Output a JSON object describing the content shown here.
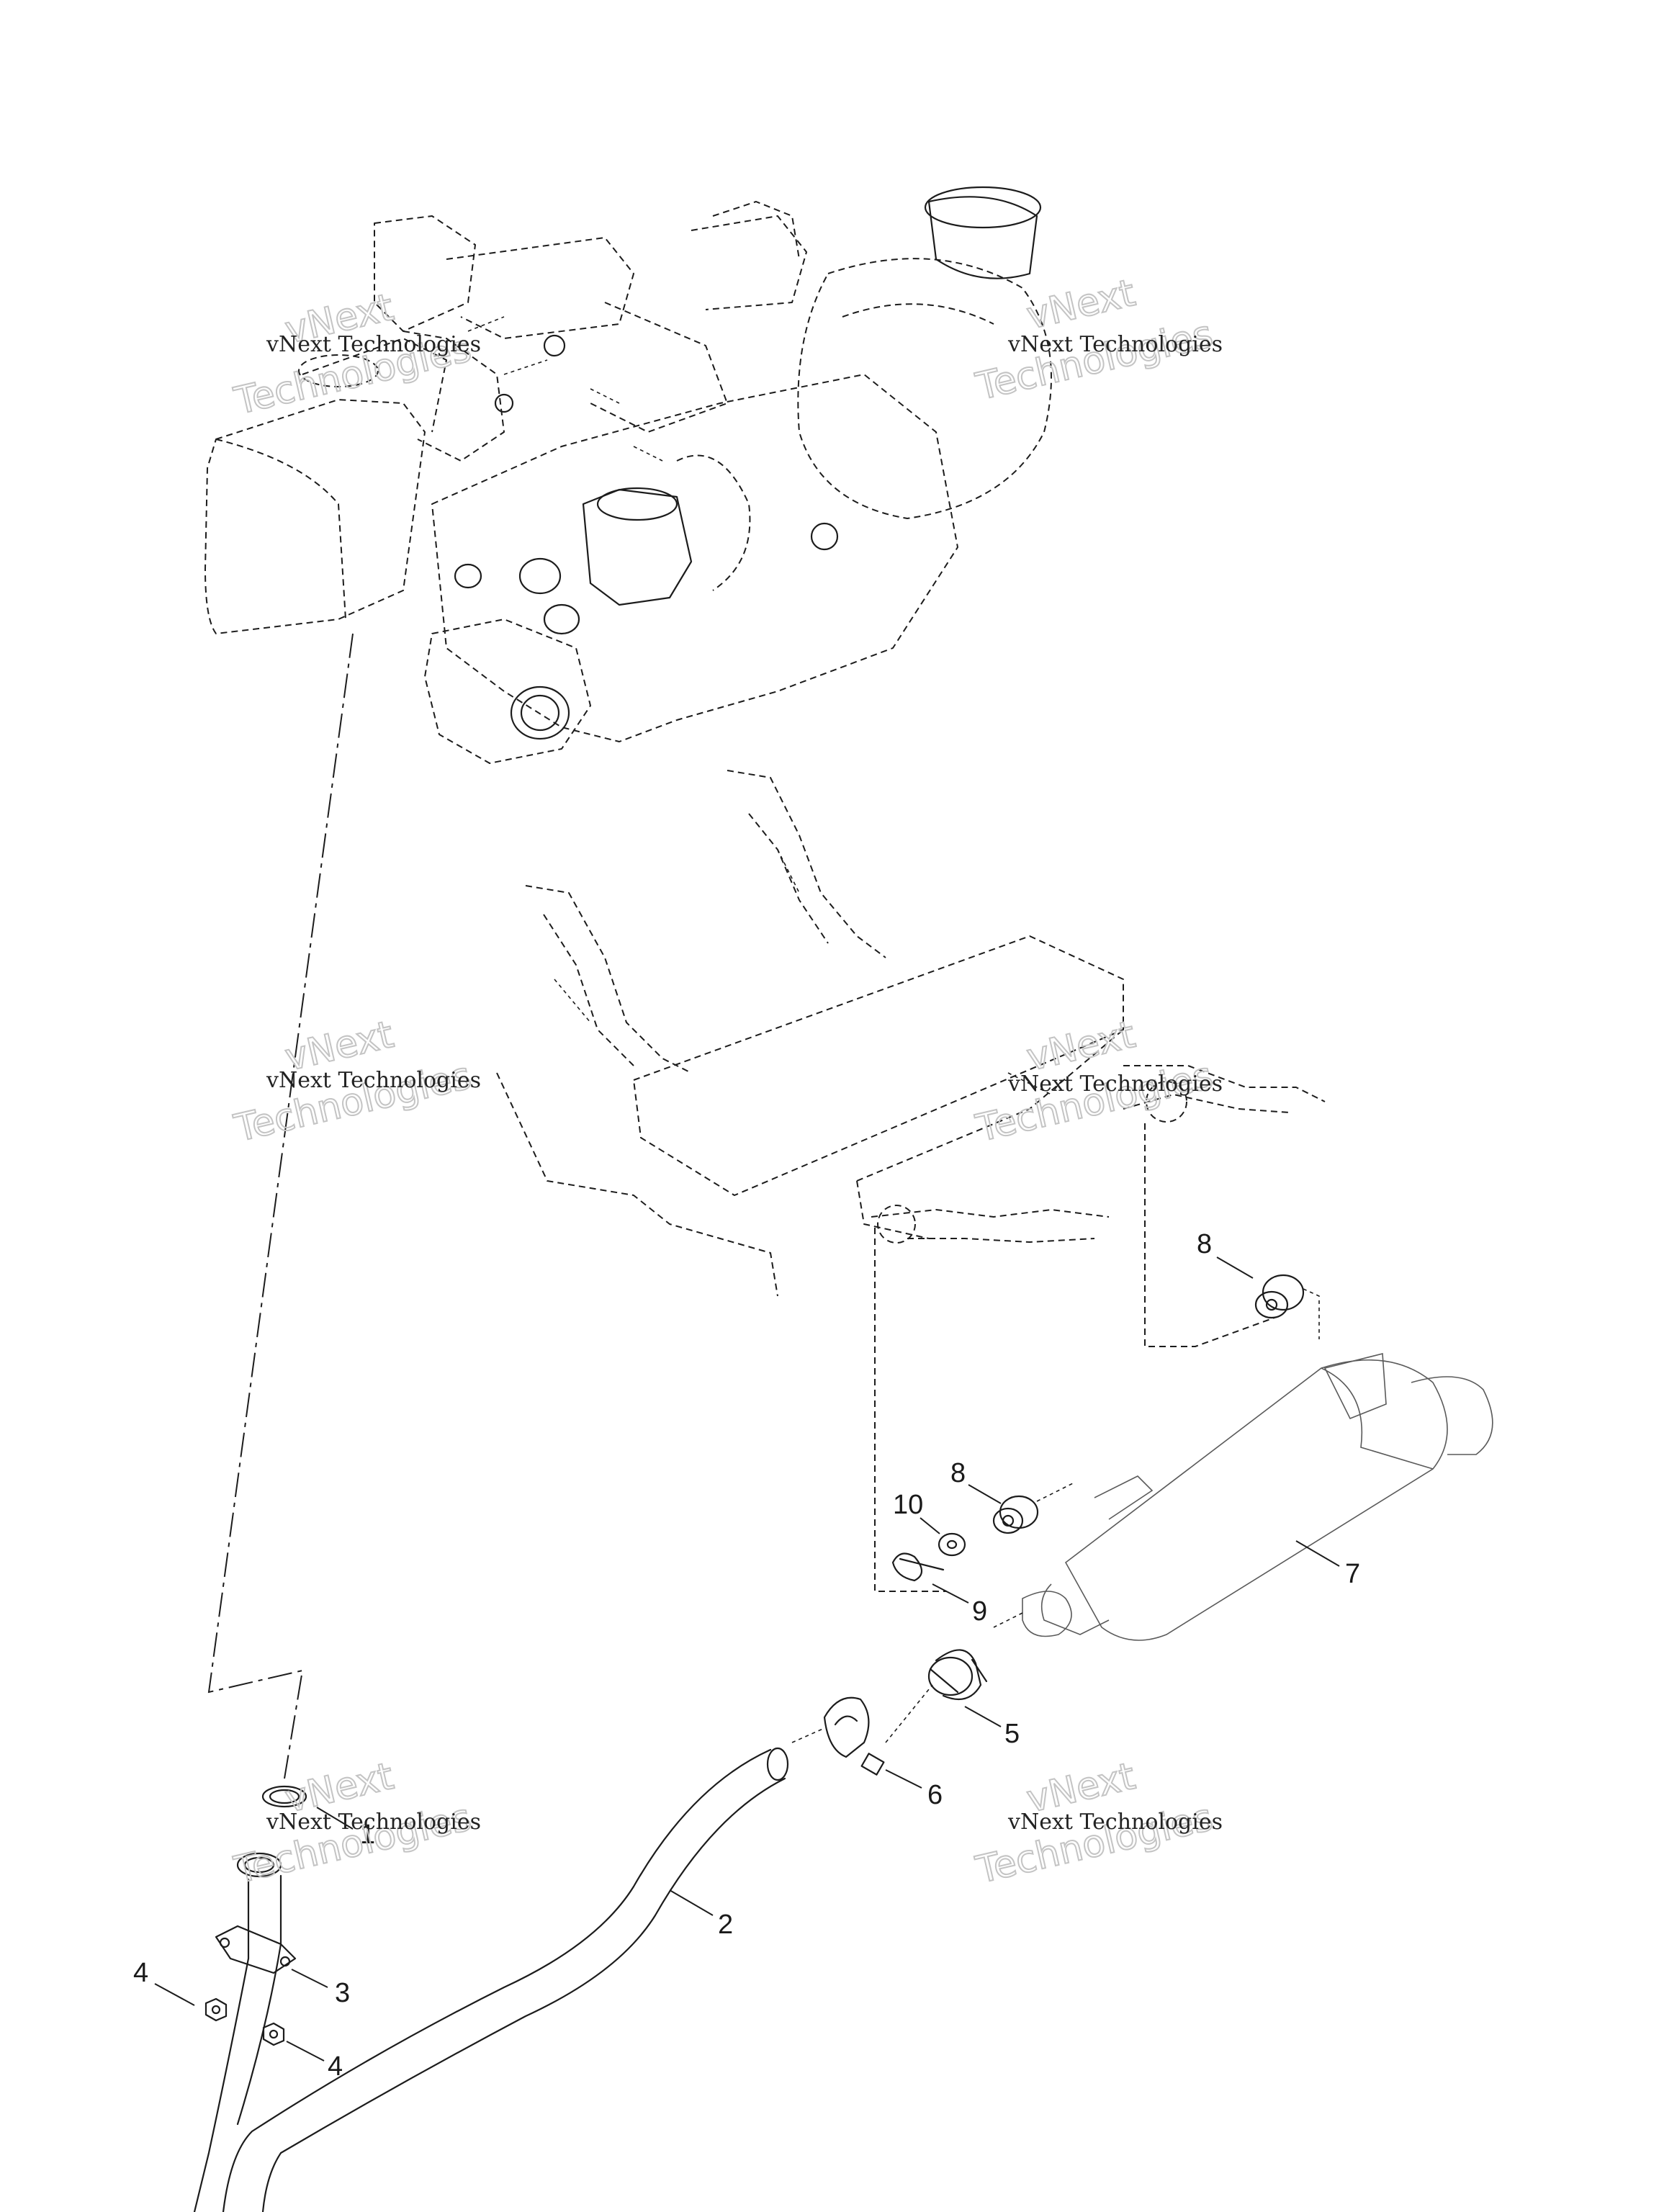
{
  "watermark": {
    "line0": "vNext",
    "line1": "vNext Technologies",
    "line2": "Technologies"
  },
  "callouts": {
    "c1": "1",
    "c2": "2",
    "c3": "3",
    "c4a": "4",
    "c4b": "4",
    "c5": "5",
    "c6": "6",
    "c7": "7",
    "c8a": "8",
    "c8b": "8",
    "c9": "9",
    "c10": "10"
  },
  "parts": {
    "engine": "engine-icon",
    "frame": "frame-icon",
    "exhaust_pipe": "pipe-icon",
    "muffler": "muffler-icon"
  }
}
